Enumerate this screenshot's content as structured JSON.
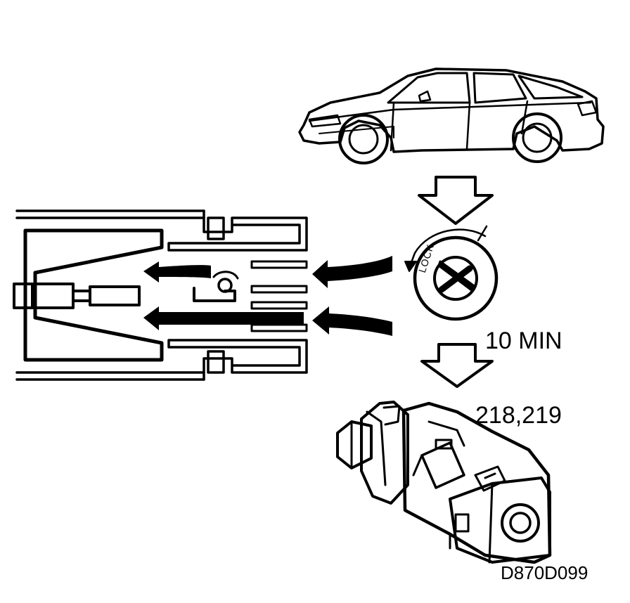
{
  "labels": {
    "lock": "LOCK",
    "time": "10 MIN",
    "numbers": "218,219",
    "code": "D870D099"
  },
  "colors": {
    "ink": "#000000",
    "paper": "#ffffff"
  }
}
